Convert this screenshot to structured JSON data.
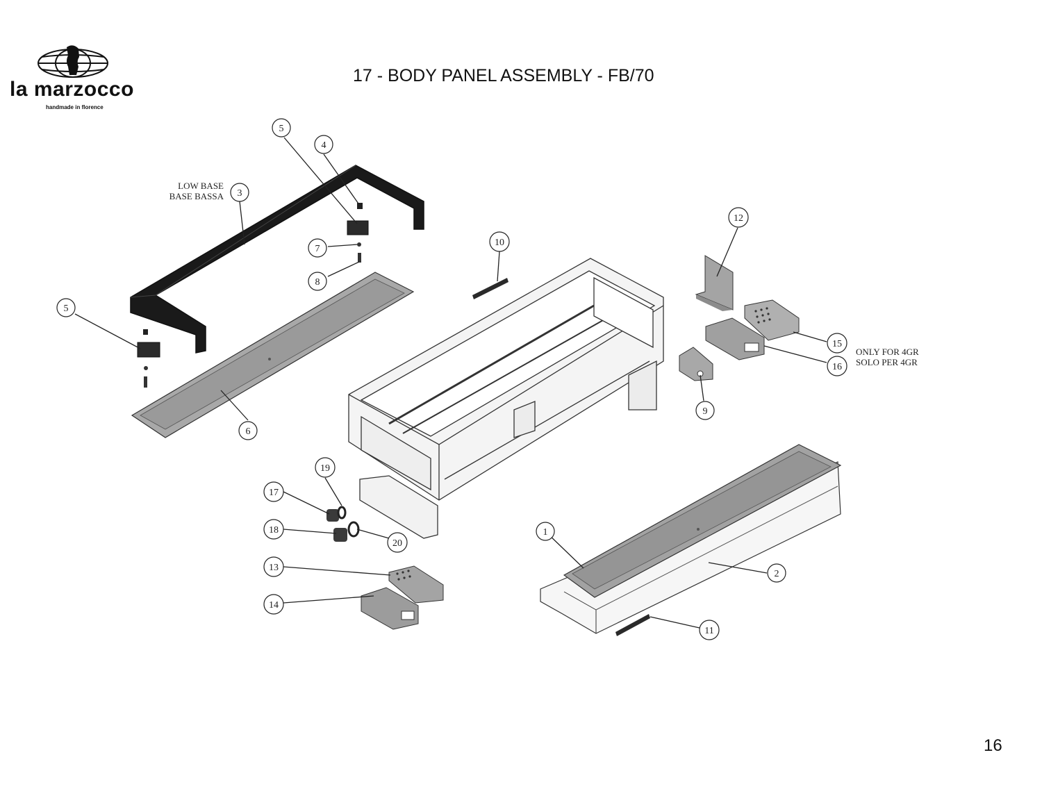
{
  "header": {
    "brand": "la marzocco",
    "tagline": "handmade in florence",
    "title": "17 - BODY PANEL ASSEMBLY - FB/70"
  },
  "page_number": "16",
  "notes": {
    "low_base_en": "LOW BASE",
    "low_base_it": "BASE BASSA",
    "only_4gr_en": "ONLY FOR 4GR",
    "only_4gr_it": "SOLO PER 4GR"
  },
  "callouts": [
    {
      "label": "1"
    },
    {
      "label": "2"
    },
    {
      "label": "3"
    },
    {
      "label": "4"
    },
    {
      "label": "5"
    },
    {
      "label": "5"
    },
    {
      "label": "6"
    },
    {
      "label": "7"
    },
    {
      "label": "8"
    },
    {
      "label": "9"
    },
    {
      "label": "10"
    },
    {
      "label": "11"
    },
    {
      "label": "12"
    },
    {
      "label": "13"
    },
    {
      "label": "14"
    },
    {
      "label": "15"
    },
    {
      "label": "16"
    },
    {
      "label": "17"
    },
    {
      "label": "18"
    },
    {
      "label": "19"
    },
    {
      "label": "20"
    }
  ],
  "colors": {
    "ink": "#111111",
    "base_dark": "#1a1a1a",
    "panel_grey": "#9e9e9e",
    "frame_light": "#f4f4f4"
  }
}
